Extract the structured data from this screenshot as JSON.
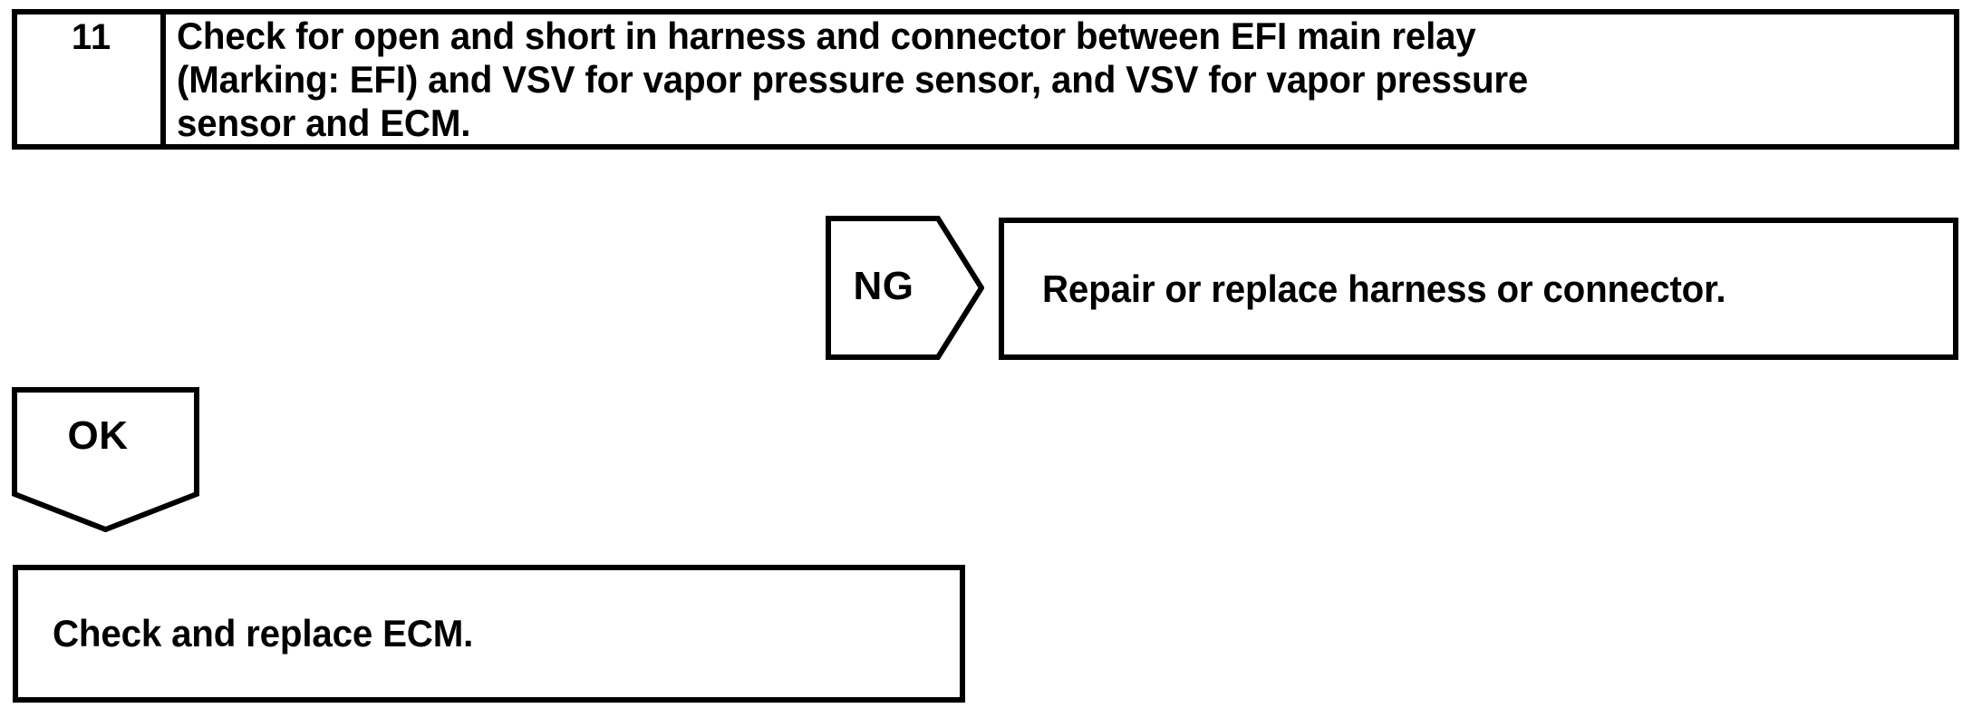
{
  "diagram": {
    "type": "troubleshooting-flowchart",
    "stroke_color": "#000000",
    "background_color": "#ffffff",
    "step": {
      "number": "11",
      "instruction": "Check for open and short in harness and connector between EFI main relay\n(Marking: EFI) and VSV for vapor pressure sensor, and VSV for vapor pressure\nsensor and ECM."
    },
    "branches": [
      {
        "label": "NG",
        "shape": "pentagon-right",
        "outcome": "Repair or replace harness or connector."
      },
      {
        "label": "OK",
        "shape": "pentagon-down",
        "outcome": "Check and replace ECM."
      }
    ],
    "ng_branch": {
      "label": "NG",
      "result": "Repair or replace harness or connector."
    },
    "ok_branch": {
      "label": "OK",
      "result": "Check and replace ECM."
    }
  }
}
